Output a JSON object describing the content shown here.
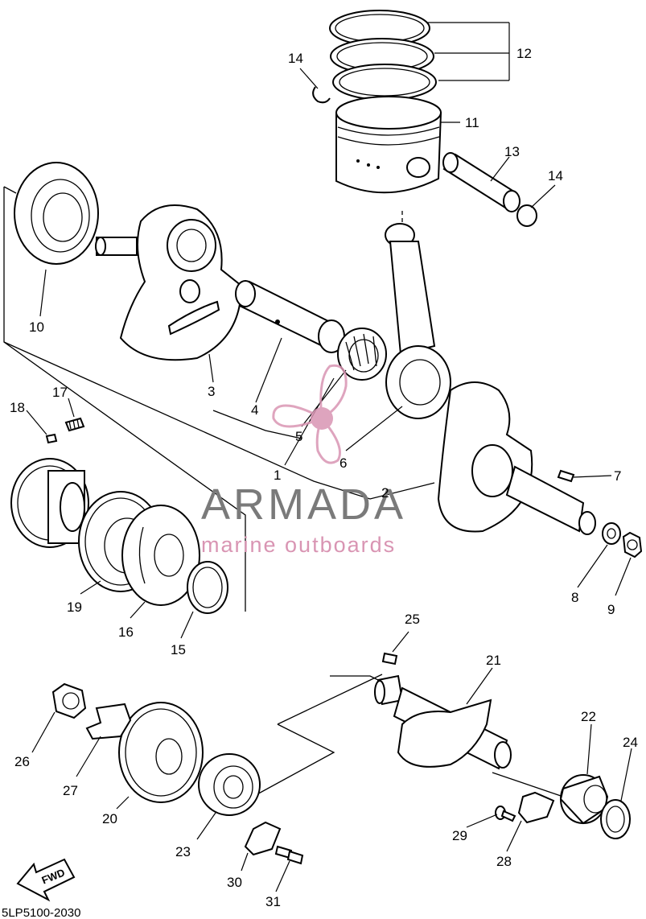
{
  "diagram": {
    "callouts": {
      "p1": "1",
      "p2": "2",
      "p3": "3",
      "p4": "4",
      "p5": "5",
      "p6": "6",
      "p7": "7",
      "p8": "8",
      "p9": "9",
      "p10": "10",
      "p11": "11",
      "p12": "12",
      "p13": "13",
      "p14a": "14",
      "p14b": "14",
      "p15": "15",
      "p16": "16",
      "p17": "17",
      "p18": "18",
      "p19": "19",
      "p20": "20",
      "p21": "21",
      "p22": "22",
      "p23": "23",
      "p24": "24",
      "p25": "25",
      "p26": "26",
      "p27": "27",
      "p28": "28",
      "p29": "29",
      "p30": "30",
      "p31": "31"
    },
    "diagram_code": "5LP5100-2030",
    "fwd_label": "FWD"
  },
  "watermark": {
    "brand": "ARMADA",
    "tagline": "marine outboards",
    "colors": {
      "brand": "#7a7a7a",
      "accent": "#d995b3"
    }
  }
}
